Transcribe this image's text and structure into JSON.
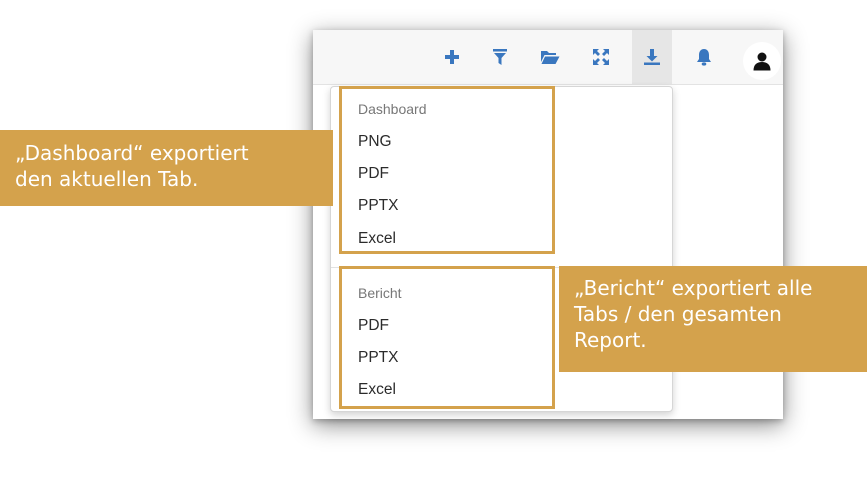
{
  "toolbar": {
    "icons": [
      "plus-icon",
      "filter-icon",
      "folder-open-icon",
      "fullscreen-icon",
      "download-icon",
      "bell-icon",
      "user-icon"
    ],
    "icon_color": "#3a77bf",
    "active_icon": "download-icon"
  },
  "export_menu": {
    "dashboard": {
      "heading": "Dashboard",
      "items": [
        "PNG",
        "PDF",
        "PPTX",
        "Excel"
      ]
    },
    "report": {
      "heading": "Bericht",
      "items": [
        "PDF",
        "PPTX",
        "Excel"
      ]
    }
  },
  "callouts": {
    "dashboard": [
      "„Dashboard“ exportiert",
      "den aktuellen Tab."
    ],
    "report": [
      "„Bericht“ exportiert alle",
      "Tabs / den gesamten",
      "Report."
    ]
  },
  "colors": {
    "highlight": "#d4a24c",
    "callout_text": "#ffffff"
  }
}
